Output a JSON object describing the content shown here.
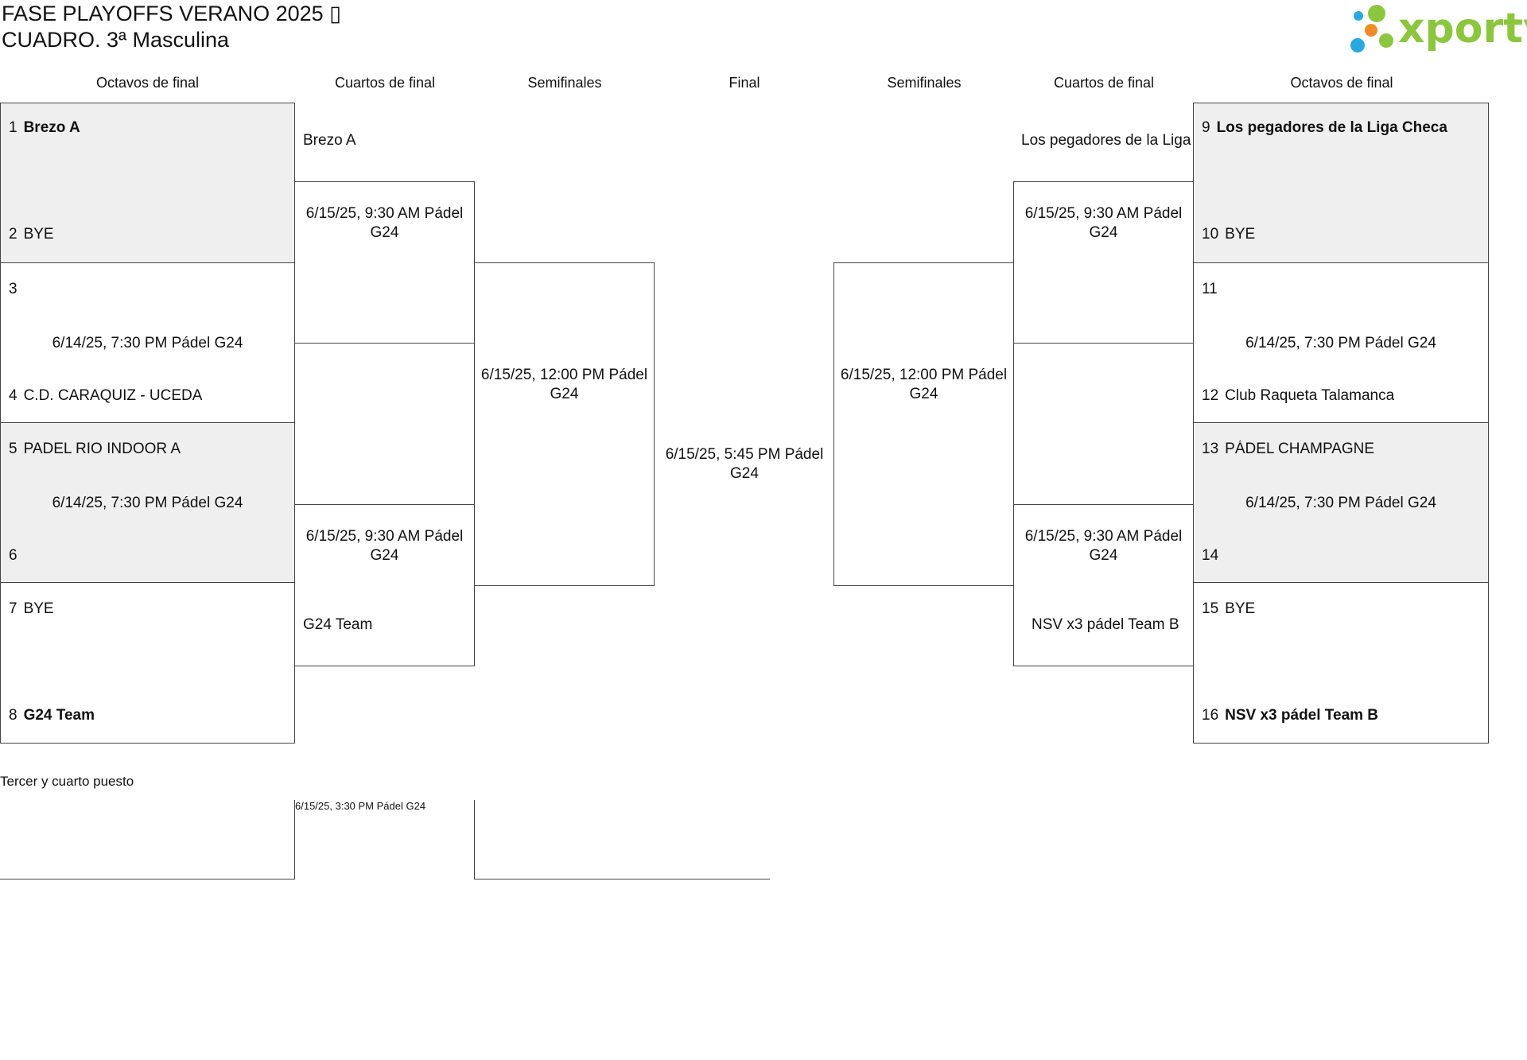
{
  "header": {
    "title_line1": "FASE PLAYOFFS VERANO 2025 ▯",
    "title_line2": "CUADRO. 3ª Masculina",
    "logo_text": "xporty"
  },
  "columns": {
    "left_r16": "Octavos de final",
    "left_qf": "Cuartos de final",
    "left_sf": "Semifinales",
    "final": "Final",
    "right_sf": "Semifinales",
    "right_qf": "Cuartos de final",
    "right_r16": "Octavos de final"
  },
  "left_r16": [
    {
      "top_seed": "1",
      "top_team": "Brezo A",
      "bottom_seed": "2",
      "bottom_team": "BYE",
      "schedule": ""
    },
    {
      "top_seed": "3",
      "top_team": "",
      "bottom_seed": "4",
      "bottom_team": "C.D. CARAQUIZ - UCEDA",
      "schedule": "6/14/25, 7:30 PM Pádel G24"
    },
    {
      "top_seed": "5",
      "top_team": "PADEL RIO INDOOR A",
      "bottom_seed": "6",
      "bottom_team": "",
      "schedule": "6/14/25, 7:30 PM Pádel G24"
    },
    {
      "top_seed": "7",
      "top_team": "BYE",
      "bottom_seed": "8",
      "bottom_team": "G24 Team",
      "schedule": ""
    }
  ],
  "right_r16": [
    {
      "top_seed": "9",
      "top_team": "Los pegadores de la Liga Checa",
      "bottom_seed": "10",
      "bottom_team": "BYE",
      "schedule": ""
    },
    {
      "top_seed": "11",
      "top_team": "",
      "bottom_seed": "12",
      "bottom_team": "Club Raqueta Talamanca",
      "schedule": "6/14/25, 7:30 PM Pádel G24"
    },
    {
      "top_seed": "13",
      "top_team": "PÁDEL CHAMPAGNE",
      "bottom_seed": "14",
      "bottom_team": "",
      "schedule": "6/14/25, 7:30 PM Pádel G24"
    },
    {
      "top_seed": "15",
      "top_team": "BYE",
      "bottom_seed": "16",
      "bottom_team": "NSV x3 pádel Team B",
      "schedule": ""
    }
  ],
  "left_qf": [
    {
      "top_team": "Brezo A",
      "bottom_team": "",
      "schedule": "6/15/25, 9:30 AM Pádel G24"
    },
    {
      "top_team": "",
      "bottom_team": "G24 Team",
      "schedule": "6/15/25, 9:30 AM Pádel G24"
    }
  ],
  "right_qf": [
    {
      "top_team": "Los pegadores de la Liga Checa",
      "bottom_team": "",
      "schedule": "6/15/25, 9:30 AM Pádel G24"
    },
    {
      "top_team": "",
      "bottom_team": "NSV x3 pádel Team B",
      "schedule": "6/15/25, 9:30 AM Pádel G24"
    }
  ],
  "left_sf": {
    "schedule": "6/15/25, 12:00 PM Pádel G24"
  },
  "right_sf": {
    "schedule": "6/15/25, 12:00 PM Pádel G24"
  },
  "final": {
    "schedule": "6/15/25, 5:45 PM Pádel G24"
  },
  "third_place": {
    "label": "Tercer y cuarto puesto",
    "schedule": "6/15/25, 3:30 PM Pádel G24"
  },
  "colors": {
    "grey_box": "#efefef",
    "border": "#444444",
    "logo_green": "#8cc63f",
    "logo_blue": "#29a8e0",
    "logo_orange": "#f08a24"
  }
}
